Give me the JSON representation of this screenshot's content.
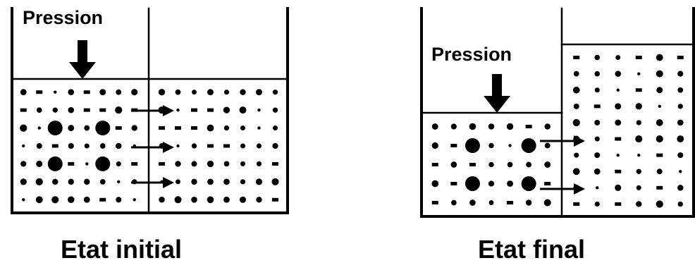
{
  "panels": {
    "initial": {
      "pressure_label": "Pression",
      "caption": "Etat initial"
    },
    "final": {
      "pressure_label": "Pression",
      "caption": "Etat final"
    }
  },
  "colors": {
    "ink": "#000000",
    "background": "#ffffff"
  },
  "icons": [
    "down-arrow-icon",
    "right-arrow-icon"
  ]
}
